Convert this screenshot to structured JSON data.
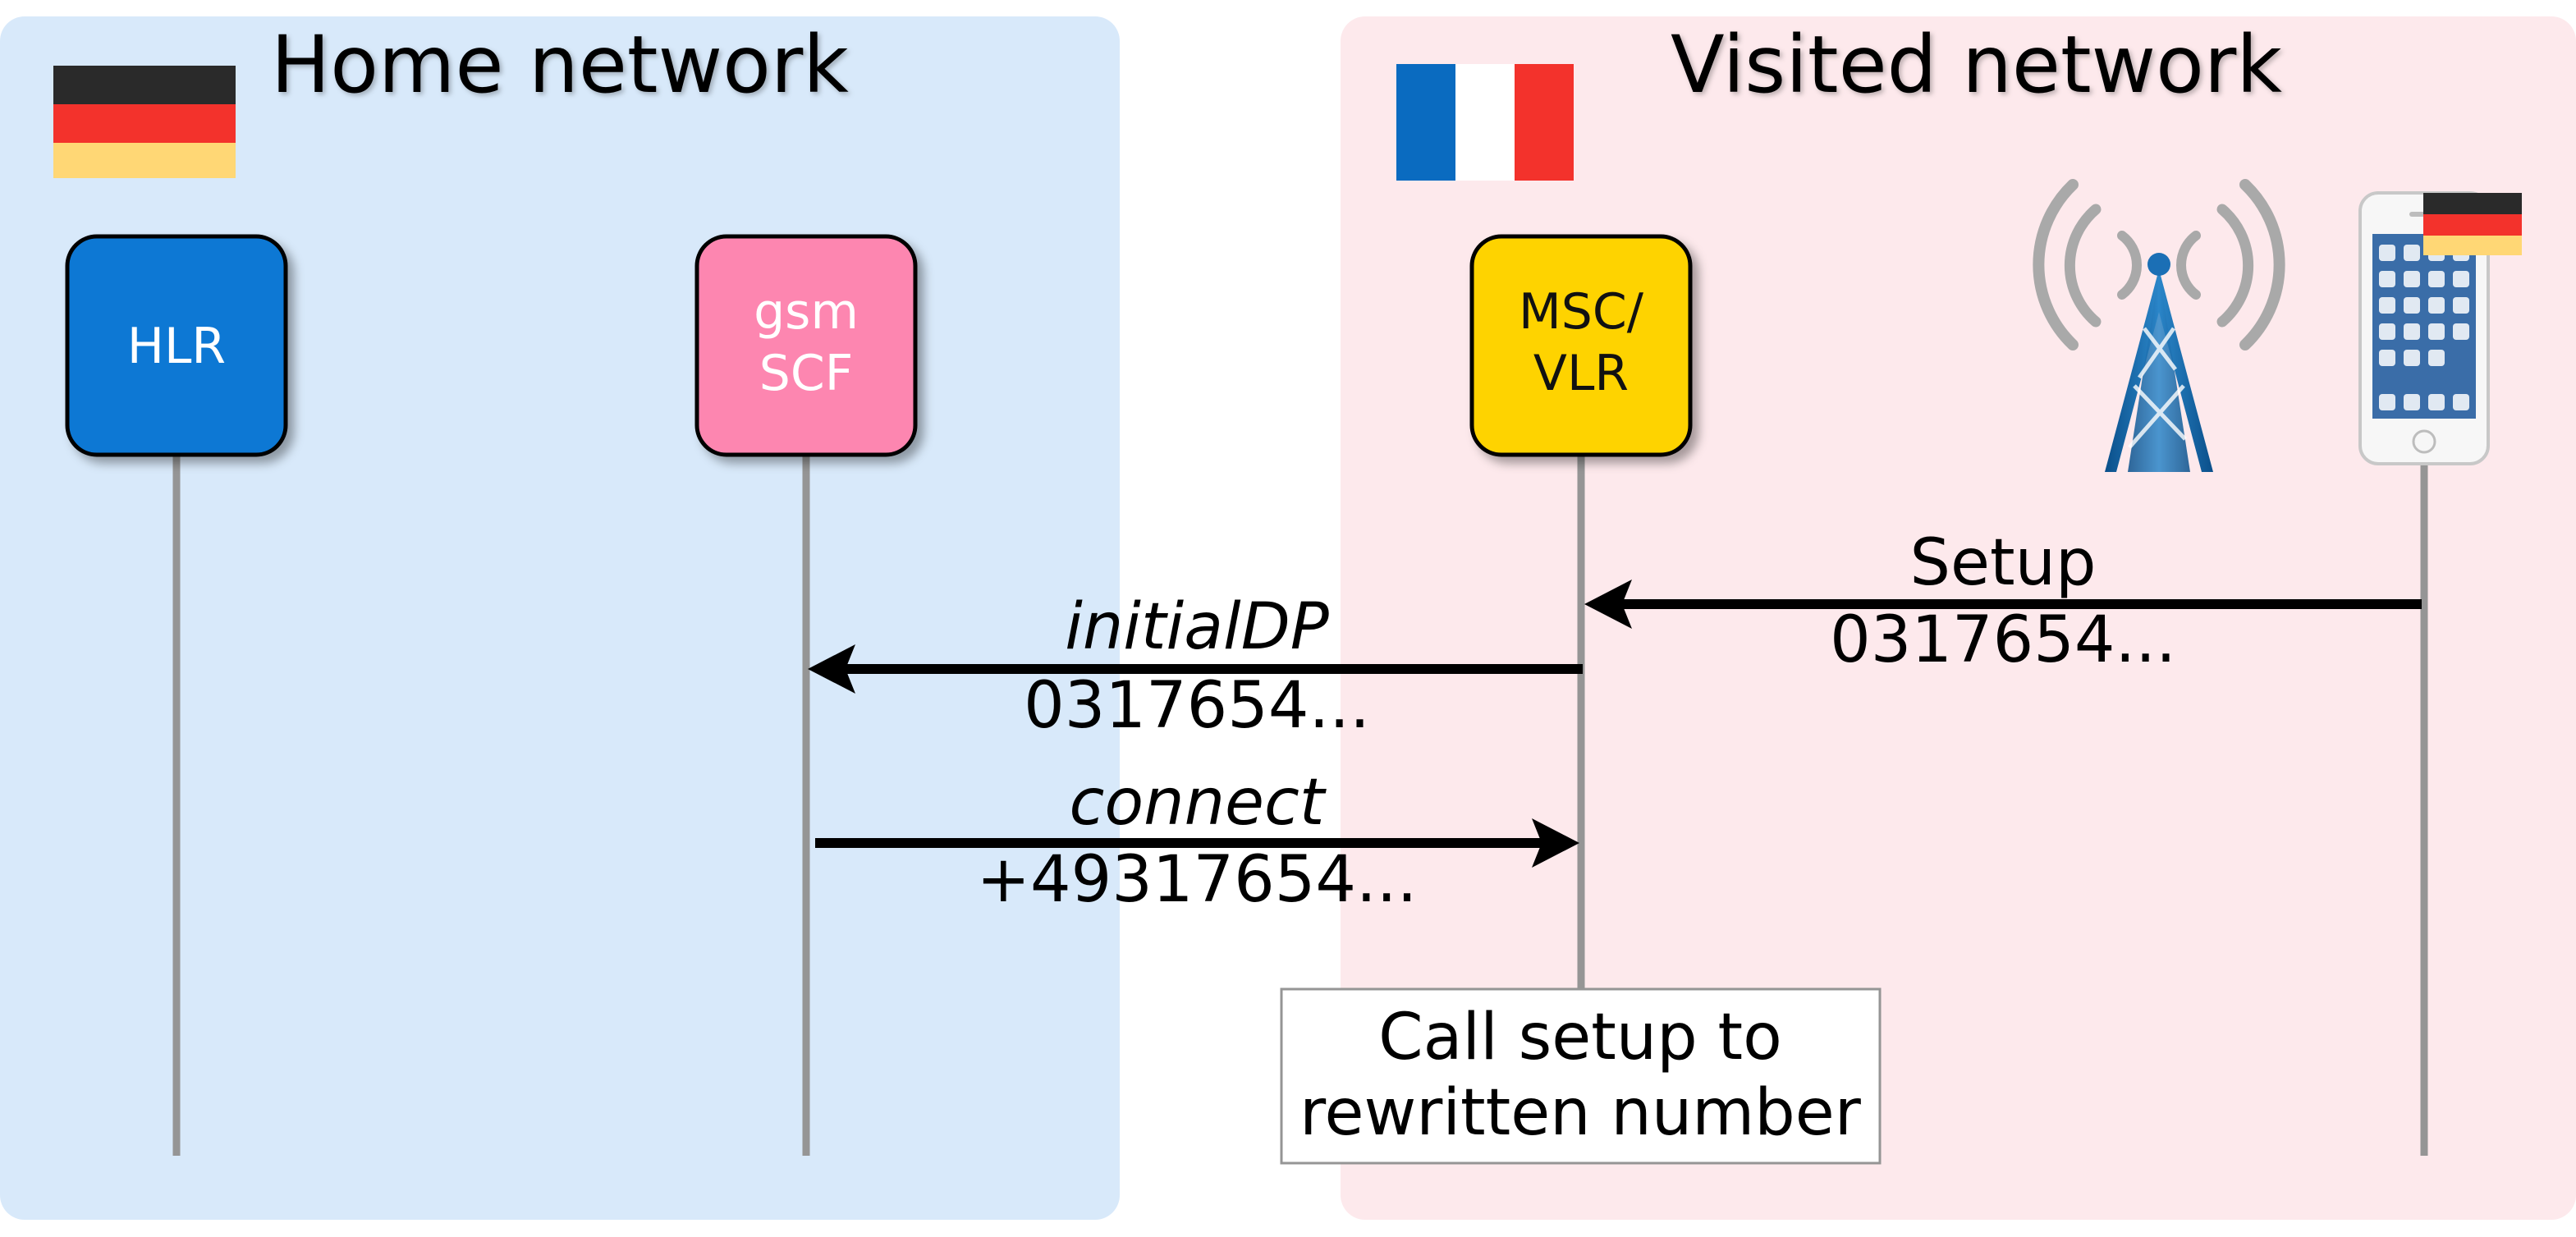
{
  "regions": {
    "home": {
      "title": "Home network",
      "background": "#d8e9fa"
    },
    "visited": {
      "title": "Visited network",
      "background": "#fde9ec"
    }
  },
  "entities": {
    "hlr": {
      "label": "HLR",
      "color": "#0a78d4",
      "text_color": "#ffffff"
    },
    "gsmscf": {
      "label_line1": "gsm",
      "label_line2": "SCF",
      "color": "#fd86b0",
      "text_color": "#ffffff"
    },
    "mscvlr": {
      "label_line1": "MSC/",
      "label_line2": "VLR",
      "color": "#fed302",
      "text_color": "#111111"
    }
  },
  "messages": {
    "setup": {
      "name": "Setup",
      "number": "0317654..."
    },
    "initial_dp": {
      "name": "initialDP",
      "number": "0317654..."
    },
    "connect": {
      "name": "connect",
      "number": "+49317654..."
    }
  },
  "note": {
    "line1": "Call setup to",
    "line2": "rewritten number"
  },
  "colors": {
    "lifeline": "#959595",
    "arrow": "#000000",
    "flag_de": [
      "#2a2a2a",
      "#f3322c",
      "#ffd775"
    ],
    "flag_fr": [
      "#0a6bc0",
      "#ffffff",
      "#f3322c"
    ]
  },
  "icons": [
    "germany-flag-icon",
    "france-flag-icon",
    "cell-tower-icon",
    "mobile-phone-icon"
  ]
}
